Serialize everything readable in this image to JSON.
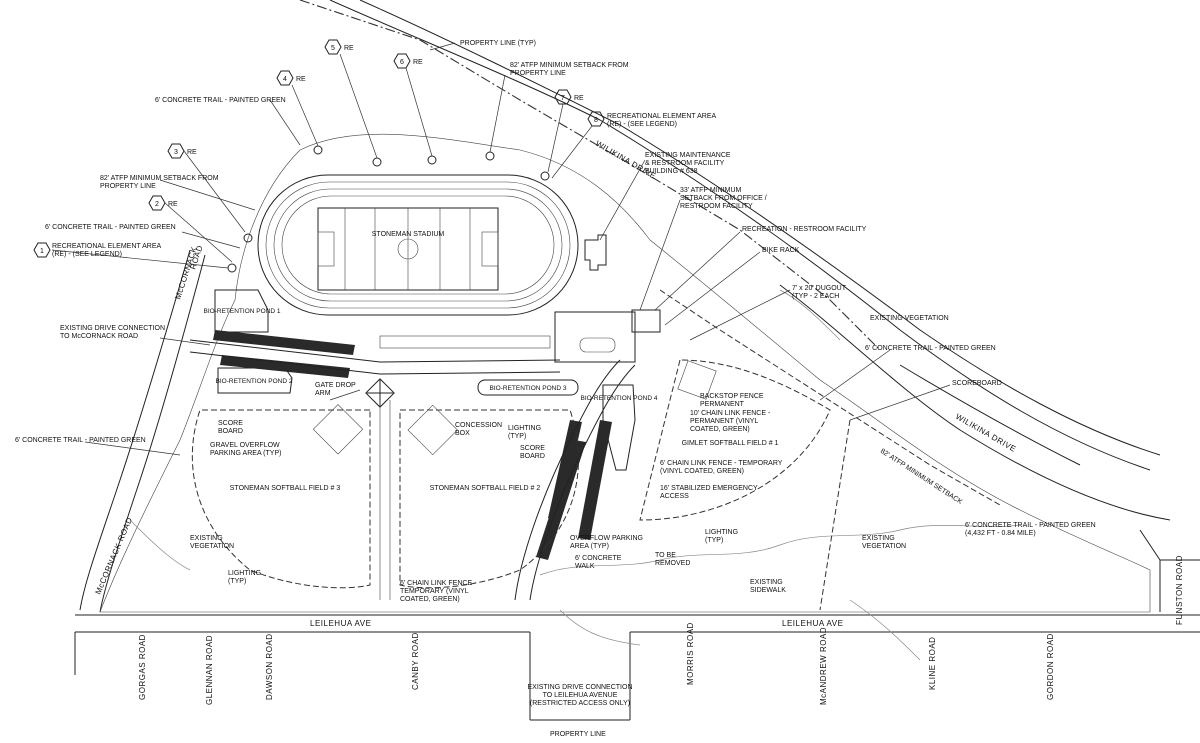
{
  "title_labels": {
    "property_line_typ": "PROPERTY LINE (TYP)",
    "setback_82_top": "82' ATFP MINIMUM SETBACK FROM",
    "setback_82_top2": "PROPERTY LINE",
    "setback_82_left": "82' ATFP MINIMUM SETBACK FROM",
    "setback_82_left2": "PROPERTY LINE",
    "trail_top": "6' CONCRETE TRAIL - PAINTED GREEN",
    "trail_left": "6' CONCRETE TRAIL - PAINTED GREEN",
    "trail_west": "6' CONCRETE TRAIL - PAINTED GREEN",
    "trail_east": "6' CONCRETE TRAIL - PAINTED GREEN",
    "trail_south": "6' CONCRETE TRAIL - PAINTED GREEN",
    "trail_south2": "(4,432 FT - 0.84 MILE)",
    "re_area_1a": "RECREATIONAL ELEMENT AREA",
    "re_area_1b": "(RE) - (SEE LEGEND)",
    "re_area_8a": "RECREATIONAL ELEMENT AREA",
    "re_area_8b": "(RE) - (SEE LEGEND)",
    "maint_1": "EXISTING MAINTENANCE",
    "maint_2": "& RESTROOM FACILITY",
    "maint_3": "BUILDING # 638",
    "setback_33_1": "33' ATFP MINIMUM",
    "setback_33_2": "SETBACK FROM OFFICE /",
    "setback_33_3": "RESTROOM FACILITY",
    "rec_restroom": "RECREATION - RESTROOM FACILITY",
    "bike_rack": "BIKE RACK",
    "dugout_1": "7' x 20' DUGOUT",
    "dugout_2": "(TYP - 2 EACH",
    "existing_veg_ne": "EXISTING VEGETATION",
    "existing_drive_1": "EXISTING DRIVE CONNECTION",
    "existing_drive_2": "TO McCORNACK ROAD",
    "stadium": "STONEMAN STADIUM",
    "pond1": "BIO-RETENTION POND 1",
    "pond2": "BIO-RETENTION POND 2",
    "pond3": "BIO-RETENTION POND 3",
    "pond4": "BIO-RETENTION POND 4",
    "gate_1": "GATE DROP",
    "gate_2": "ARM",
    "score_board_w1": "SCORE",
    "score_board_w2": "BOARD",
    "gravel_1": "GRAVEL OVERFLOW",
    "gravel_2": "PARKING AREA  (TYP)",
    "concession_1": "CONCESSION",
    "concession_2": "BOX",
    "lighting_typ_1": "LIGHTING",
    "lighting_typ_2": "(TYP)",
    "score_board_e1": "SCORE",
    "score_board_e2": "BOARD",
    "backstop_1": "BACKSTOP FENCE",
    "backstop_2": "PERMANENT",
    "chain_perm_1": "10' CHAIN LINK FENCE -",
    "chain_perm_2": "PERMANENT (VINYL",
    "chain_perm_3": "COATED, GREEN)",
    "scoreboard": "SCOREBOARD",
    "gimlet": "GIMLET SOFTBALL FIELD # 1",
    "chain_temp_1": "6' CHAIN LINK FENCE - TEMPORARY",
    "chain_temp_2": "(VINYL COATED, GREEN)",
    "emergency_1": "16' STABILIZED EMERGENCY",
    "emergency_2": "ACCESS",
    "field3": "STONEMAN SOFTBALL FIELD # 3",
    "field2": "STONEMAN SOFTBALL FIELD # 2",
    "lighting_w1": "LIGHTING",
    "lighting_w2": "(TYP)",
    "lighting_c1": "LIGHTING",
    "lighting_c2": "(TYP)",
    "chain_low_1": "6' CHAIN LINK FENCE -",
    "chain_low_2": "TEMPORARY (VINYL",
    "chain_low_3": "COATED, GREEN)",
    "overflow_1": "OVERFLOW PARKING",
    "overflow_2": "AREA  (TYP)",
    "walk_1": "6' CONCRETE",
    "walk_2": "WALK",
    "removed_1": "TO BE",
    "removed_2": "REMOVED",
    "existing_veg_w1": "EXISTING",
    "existing_veg_w2": "VEGETATION",
    "existing_veg_c1": "EXISTING",
    "existing_veg_c2": "VEGETATION",
    "sidewalk_1": "EXISTING",
    "sidewalk_2": "SIDEWALK",
    "setback_82_diag": "82' ATFP MINIMUM SETBACK",
    "drive_leilehua_1": "EXISTING DRIVE CONNECTION",
    "drive_leilehua_2": "TO LEILEHUA AVENUE",
    "drive_leilehua_3": "(RESTRICTED ACCESS ONLY)",
    "property_line": "PROPERTY LINE"
  },
  "markers": [
    {
      "num": "1",
      "text": ""
    },
    {
      "num": "2",
      "text": "RE"
    },
    {
      "num": "3",
      "text": "RE"
    },
    {
      "num": "4",
      "text": "RE"
    },
    {
      "num": "5",
      "text": "RE"
    },
    {
      "num": "6",
      "text": "RE"
    },
    {
      "num": "7",
      "text": "RE"
    },
    {
      "num": "8",
      "text": ""
    }
  ],
  "roads": {
    "mccornack_upper": "McCORNACK",
    "mccornack_upper2": "ROAD",
    "mccornack_lower": "McCORNACK  ROAD",
    "wilikina_upper": "WILIKINA    DRIVE",
    "wilikina_lower": "WILIKINA    DRIVE",
    "leilehua_w": "LEILEHUA  AVE",
    "leilehua_e": "LEILEHUA  AVE",
    "funston": "FUNSTON ROAD",
    "cross_streets": [
      "GORGAS ROAD",
      "GLENNAN ROAD",
      "DAWSON ROAD",
      "CANBY ROAD",
      "MORRIS ROAD",
      "McANDREW ROAD",
      "KLINE ROAD",
      "GORDON ROAD"
    ]
  },
  "colors": {
    "ink": "#222222",
    "paper": "#ffffff",
    "parking": "#2a2a2a"
  }
}
